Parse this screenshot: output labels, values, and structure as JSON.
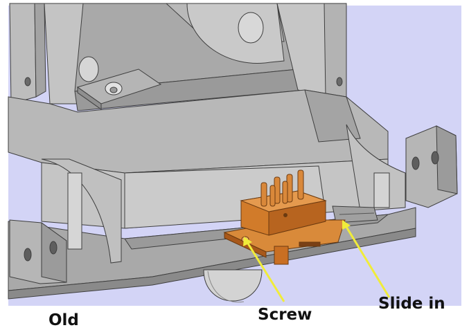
{
  "labels": {
    "old": "Old",
    "screw": "Screw",
    "slide_in": "Slide in"
  },
  "colors": {
    "background": "#d3d4f6",
    "frame": "#bdbdbd",
    "frame_light": "#d2d2d2",
    "frame_dark": "#8f8f8f",
    "edge": "#3e3e3e",
    "connector": "#d17b2a",
    "connector_dark": "#a8581a",
    "arrow": "#f0ec3a",
    "label_text": "#111111"
  }
}
